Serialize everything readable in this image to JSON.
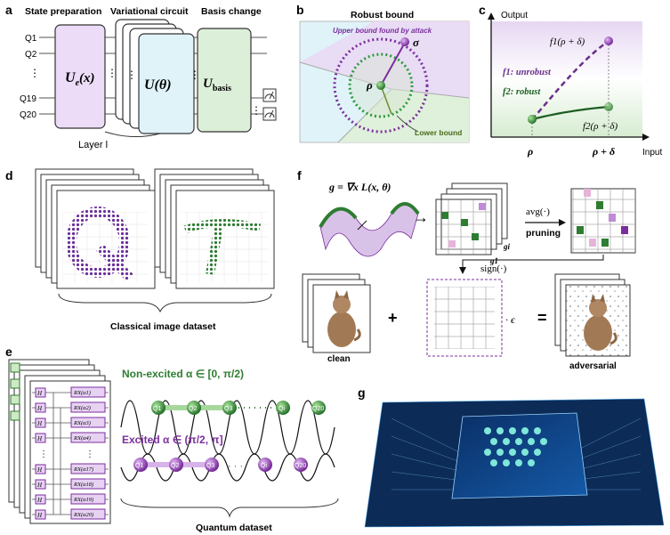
{
  "panels": {
    "a": {
      "letter": "a",
      "headers": [
        "State preparation",
        "Variational circuit",
        "Basis change"
      ],
      "qubits": [
        "Q1",
        "Q2",
        "⋮",
        "Q19",
        "Q20"
      ],
      "ue": "U",
      "ue_sub": "e",
      "ue_arg": "(x)",
      "ut": "U(θ)",
      "ub": "U",
      "ub_sub": "basis",
      "layer": "Layer l"
    },
    "b": {
      "letter": "b",
      "title": "Robust bound",
      "upper": "Upper bound found by attack",
      "sigma": "σ",
      "rho": "ρ",
      "lower": "Lower bound"
    },
    "c": {
      "letter": "c",
      "ylabel": "Output",
      "xlabel": "Input",
      "f1_point": "f1(ρ + δ)",
      "f1_label": "f1: unrobust",
      "f2_label": "f2: robust",
      "f2_point": "f2(ρ + δ)",
      "tick1": "ρ",
      "tick2": "ρ + δ"
    },
    "d": {
      "letter": "d",
      "caption": "Classical image dataset"
    },
    "e": {
      "letter": "e",
      "gates_h": "H",
      "rx": [
        "RX(α1)",
        "RX(α2)",
        "RX(α3)",
        "RX(α4)",
        "RX(α17)",
        "RX(α18)",
        "RX(α19)",
        "RX(α20)"
      ],
      "nonexcited": "Non-excited α ∈ [0, π/2)",
      "excited": "Excited α ∈ (π/2, π]",
      "caption": "Quantum dataset",
      "q_top": [
        "Q1",
        "Q2",
        "Q3",
        "Qi",
        "Q20"
      ],
      "q_bot": [
        "Q1",
        "Q2",
        "Q3",
        "Qi",
        "Q20"
      ]
    },
    "f": {
      "letter": "f",
      "gradient": "g = ∇x L(x, θ)",
      "g1": "g1",
      "gi": "gi",
      "avg": "avg(·)",
      "pruning": "pruning",
      "sign": "sign(·)",
      "clean": "clean",
      "plus": "+",
      "eps": "· ϵ",
      "equals": "=",
      "adversarial": "adversarial"
    },
    "g": {
      "letter": "g"
    }
  },
  "colors": {
    "purple": "#7b2f9e",
    "green": "#2e7d32",
    "light_purple": "#eadcf5",
    "light_green": "#dff0db",
    "light_blue": "#dff3f8",
    "chip_blue": "#0d3a73"
  }
}
